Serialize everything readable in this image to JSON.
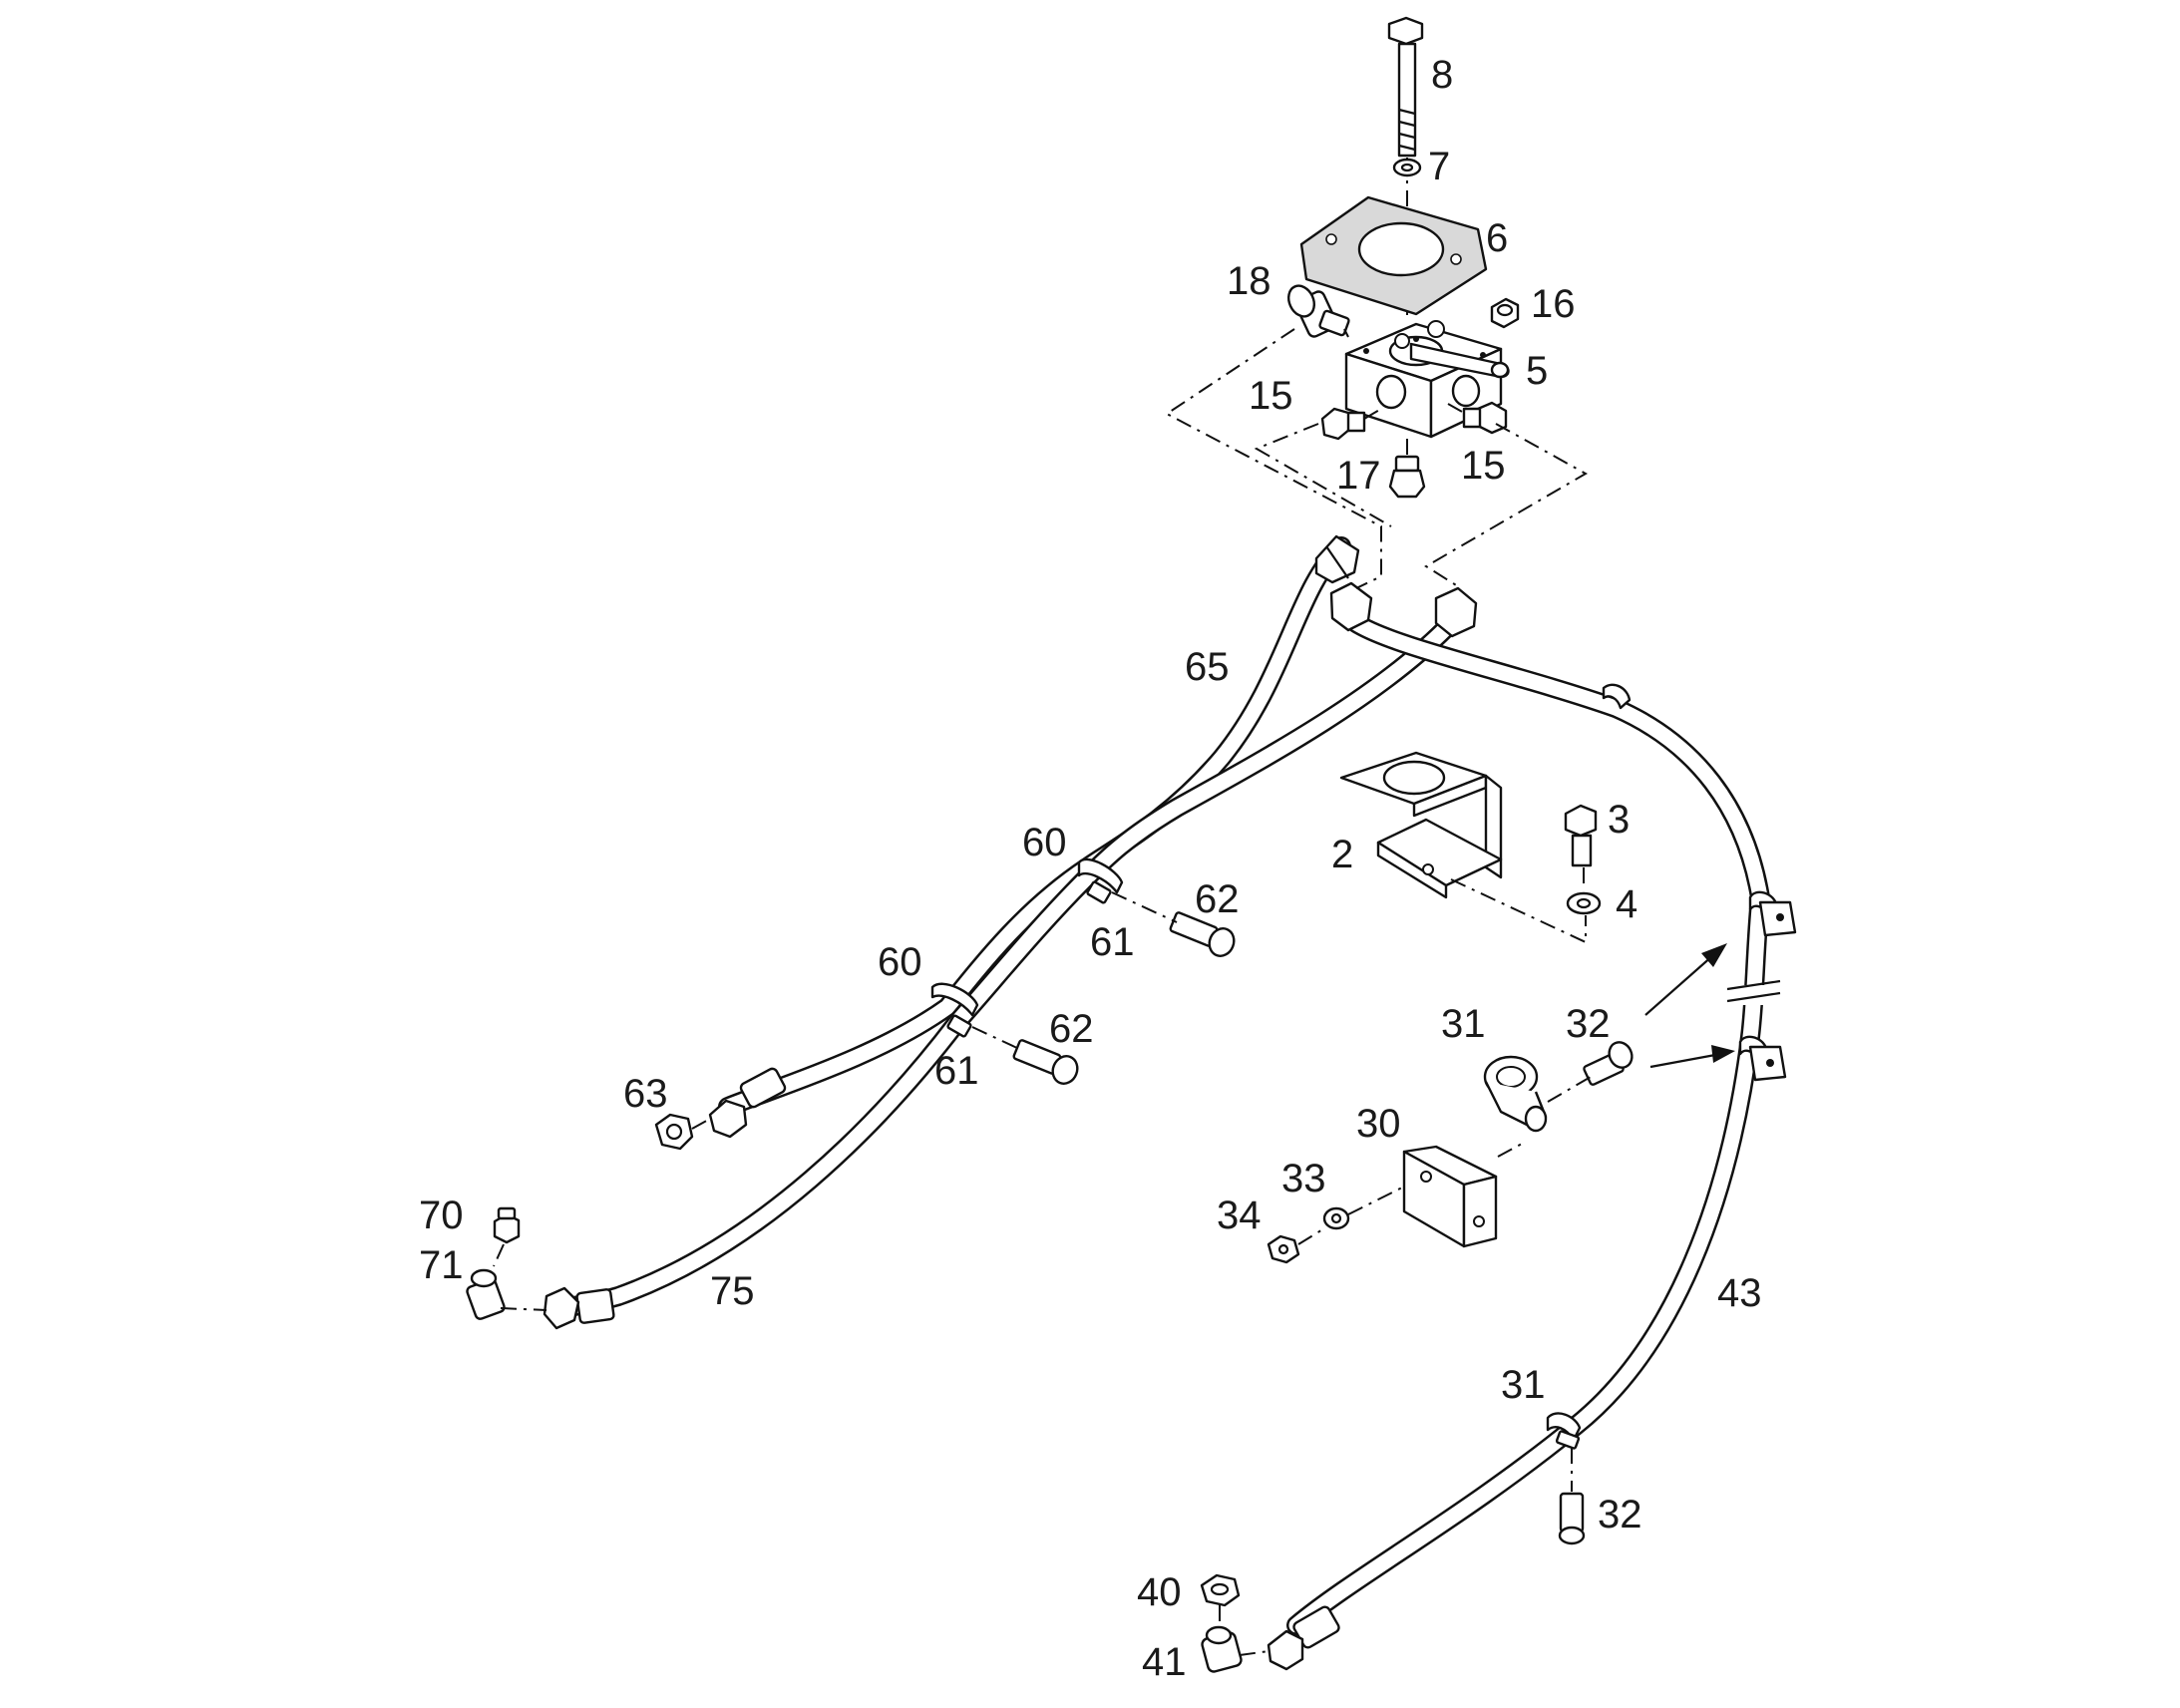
{
  "labels": {
    "p8": "8",
    "p7": "7",
    "p6": "6",
    "p18": "18",
    "p16": "16",
    "p5": "5",
    "p15a": "15",
    "p15b": "15",
    "p17": "17",
    "p65": "65",
    "p3": "3",
    "p2": "2",
    "p4": "4",
    "p60a": "60",
    "p62a": "62",
    "p61a": "61",
    "p60b": "60",
    "p62b": "62",
    "p61b": "61",
    "p63": "63",
    "p70": "70",
    "p71": "71",
    "p75": "75",
    "p31a": "31",
    "p32a": "32",
    "p30": "30",
    "p33": "33",
    "p34": "34",
    "p43": "43",
    "p31b": "31",
    "p32b": "32",
    "p40": "40",
    "p41": "41"
  }
}
